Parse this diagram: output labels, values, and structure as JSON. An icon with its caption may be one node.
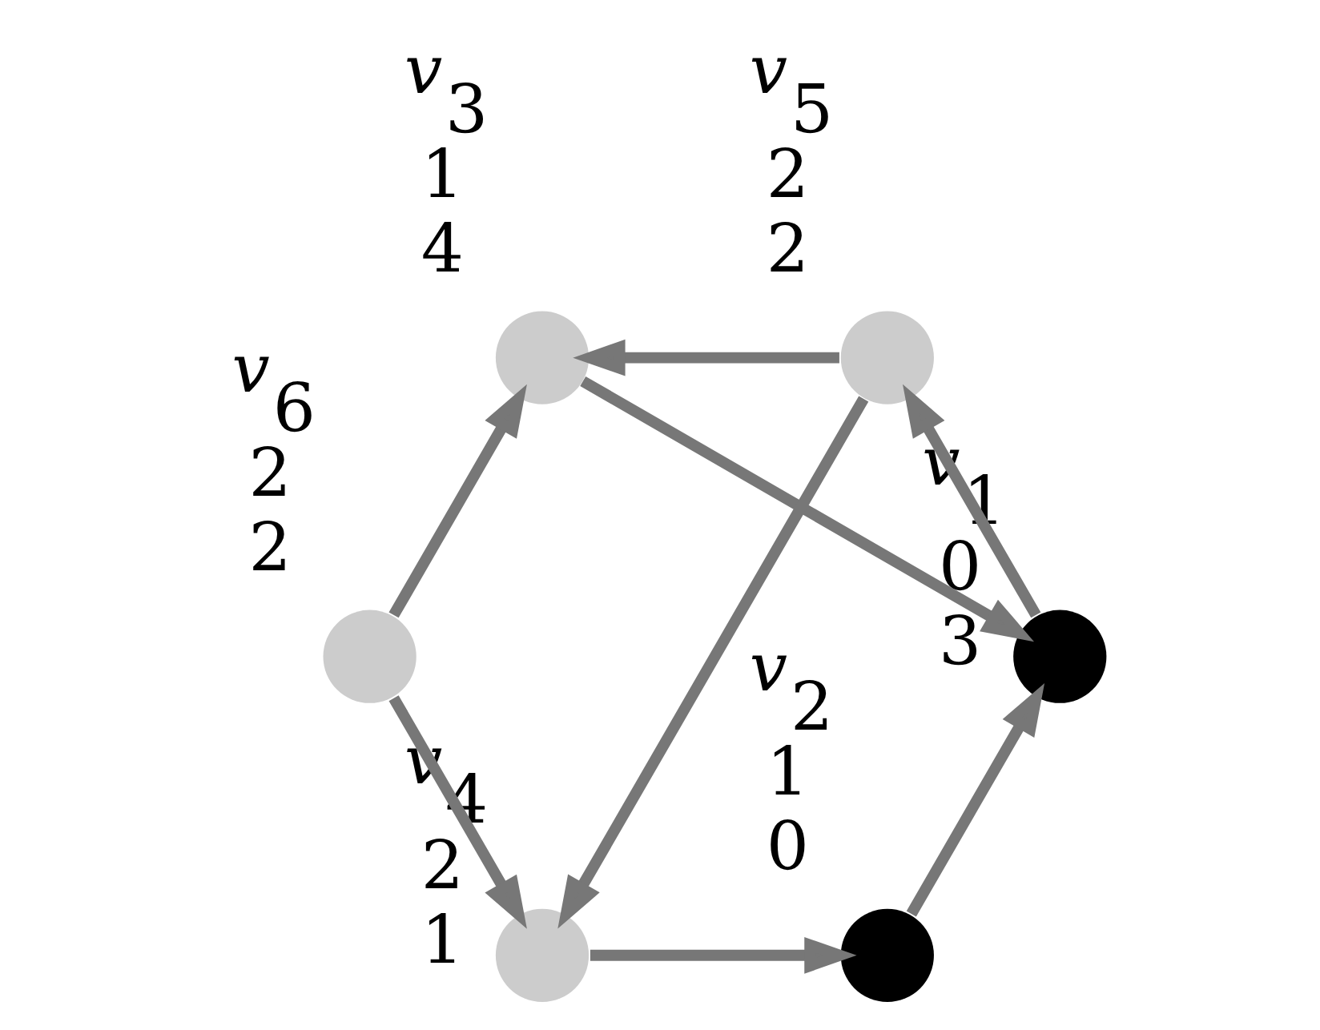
{
  "diagram": {
    "nodes": [
      {
        "text": [],
        "shape": "circle",
        "beside": [
          "v$_{1}$",
          "0 3"
        ]
      },
      {
        "text": [],
        "shape": "circle",
        "beside": [
          "v$_{6}$",
          "2 2"
        ]
      },
      {
        "text": [],
        "shape": "circle",
        "beside": [
          "v$_{2}$",
          "1 0"
        ]
      },
      {
        "text": [],
        "shape": "circle",
        "beside": [
          "v$_{4}$",
          "2 1"
        ]
      },
      {
        "text": [],
        "shape": "circle",
        "beside": [
          "v$_{3}$",
          "1 4"
        ]
      },
      {
        "text": [],
        "shape": "circle",
        "beside": [
          "v$_{5}$",
          "2 2"
        ]
      }
    ],
    "edges": [
      {
        "from": 2,
        "to": 0,
        "arrow": "to"
      },
      {
        "from": 1,
        "to": 3,
        "arrow": "to"
      },
      {
        "from": 3,
        "to": 2,
        "arrow": "to"
      },
      {
        "from": 0,
        "to": 5,
        "arrow": "to"
      },
      {
        "from": 1,
        "to": 4,
        "arrow": "to"
      },
      {
        "from": 4,
        "to": 0,
        "arrow": "to"
      },
      {
        "from": 5,
        "to": 3,
        "arrow": "to"
      },
      {
        "from": 5,
        "to": 4,
        "arrow": "to"
      }
    ]
  }
}
